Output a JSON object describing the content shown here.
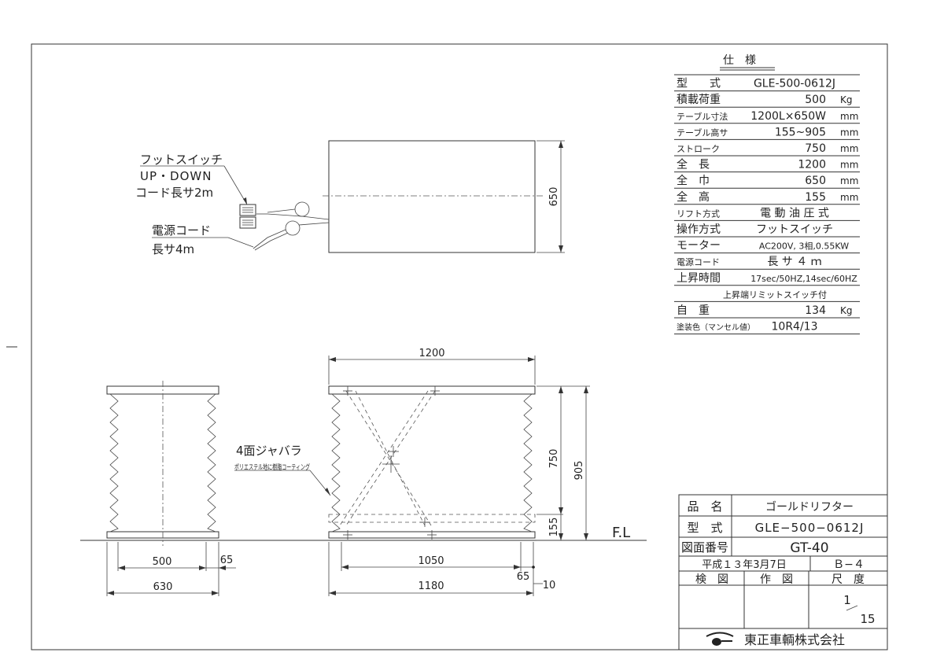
{
  "spec": {
    "title": "仕　様",
    "rows": [
      {
        "label": "型　　式",
        "value": "GLE-500-0612J",
        "unit": ""
      },
      {
        "label": "積載荷重",
        "value": "500",
        "unit": "Kg"
      },
      {
        "label": "テーブル寸法",
        "value": "1200L×650W",
        "unit": "mm"
      },
      {
        "label": "テーブル高サ",
        "value": "155~905",
        "unit": "mm"
      },
      {
        "label": "ストローク",
        "value": "750",
        "unit": "mm"
      },
      {
        "label": "全　長",
        "value": "1200",
        "unit": "mm"
      },
      {
        "label": "全　巾",
        "value": "650",
        "unit": "mm"
      },
      {
        "label": "全　高",
        "value": "155",
        "unit": "mm"
      },
      {
        "label": "リフト方式",
        "value": "電 動 油 圧 式",
        "unit": ""
      },
      {
        "label": "操作方式",
        "value": "フットスイッチ",
        "unit": ""
      },
      {
        "label": "モーター",
        "value": "AC200V, 3相,0.55KW",
        "unit": ""
      },
      {
        "label": "電源コード",
        "value": "長 サ ４ ｍ",
        "unit": ""
      },
      {
        "label": "上昇時間",
        "value": "17sec/50HZ,14sec/60HZ",
        "unit": ""
      },
      {
        "label": "",
        "value": "上昇端リミットスイッチ付",
        "unit": ""
      },
      {
        "label": "自　重",
        "value": "134",
        "unit": "Kg"
      },
      {
        "label": "塗装色（マンセル値）",
        "value": "10R4/13",
        "unit": ""
      }
    ]
  },
  "annotations": {
    "foot_switch": "フットスイッチ",
    "up_down": "UP・DOWN",
    "cord_length": "コード長サ2m",
    "power_cord": "電源コード",
    "power_cord_length": "長サ4m",
    "bellows": "4面ジャバラ",
    "bellows_note": "ポリエステル地に樹脂コーティング",
    "floor_level": "F.L"
  },
  "dimensions": {
    "top_width": "650",
    "front_length": "1200",
    "stroke": "750",
    "max_height": "905",
    "min_height": "155",
    "side_inner": "500",
    "side_offset": "65",
    "side_outer": "630",
    "base_inner": "1050",
    "base_offset": "65",
    "base_outer": "1180",
    "base_gap": "10"
  },
  "title_block": {
    "name_label": "品　名",
    "name_value": "ゴールドリフター",
    "model_label": "型　式",
    "model_value": "GLE−500−0612J",
    "drawing_no_label": "図面番号",
    "drawing_no_value": "GT-40",
    "date": "平成１３年3月7日",
    "size": "Ｂ−４",
    "inspect_label": "検　図",
    "draw_label": "作　図",
    "scale_label": "尺　度",
    "scale_num": "1",
    "scale_den": "15",
    "company": "東正車輌株式会社"
  }
}
